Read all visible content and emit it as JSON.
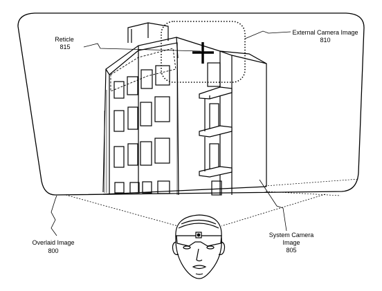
{
  "labels": {
    "reticle": {
      "name": "Reticle",
      "number": "815"
    },
    "external_camera_image": {
      "name": "External Camera Image",
      "number": "810"
    },
    "overlaid_image": {
      "name": "Overlaid Image",
      "number": "800"
    },
    "system_camera_image": {
      "name_line1": "System Camera",
      "name_line2": "Image",
      "number": "805"
    }
  },
  "colors": {
    "stroke": "#000000",
    "background": "#ffffff"
  },
  "icons": {
    "reticle": "crosshair-icon",
    "viewer": "headset-wearer-face"
  }
}
